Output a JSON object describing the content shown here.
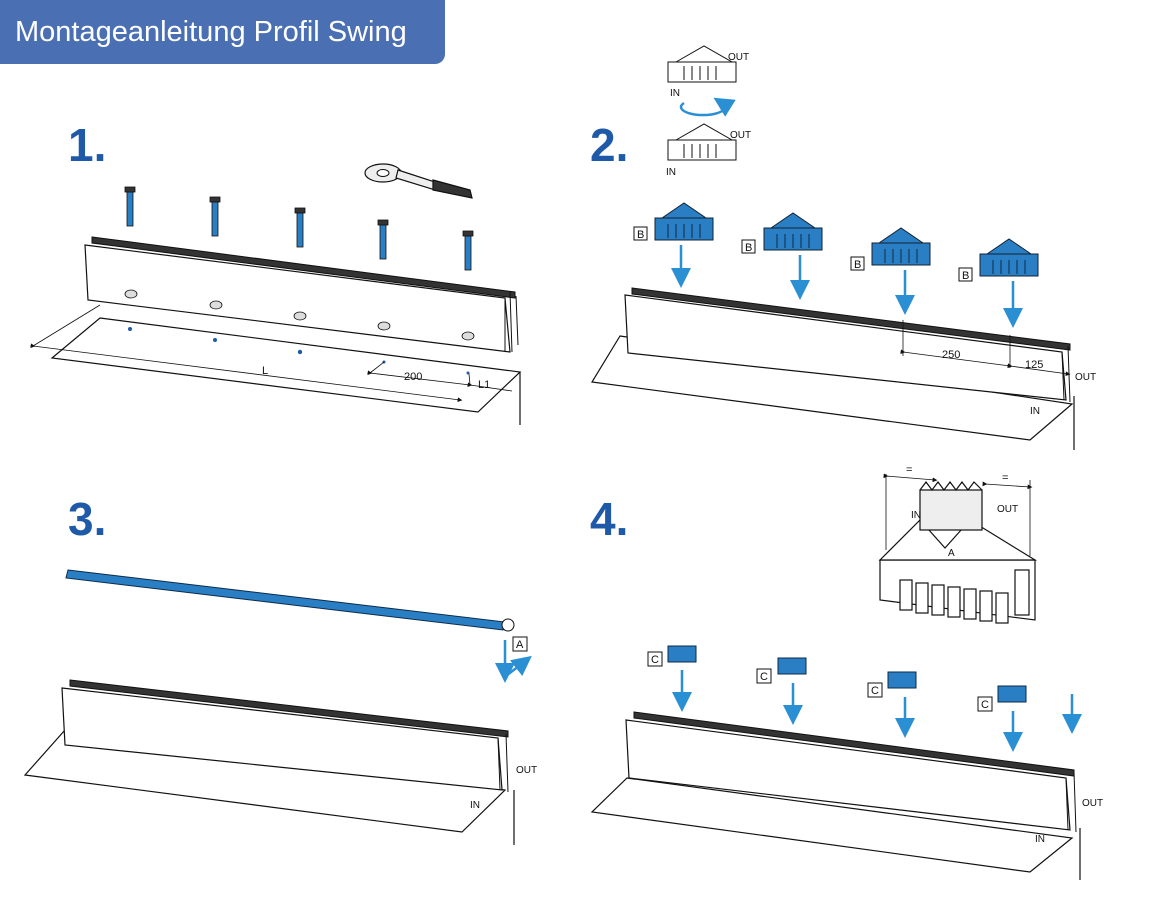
{
  "title": "Montageanleitung Profil Swing",
  "steps": [
    {
      "number": "1."
    },
    {
      "number": "2."
    },
    {
      "number": "3."
    },
    {
      "number": "4."
    }
  ],
  "labels": {
    "in": "IN",
    "out": "OUT",
    "part_a": "A",
    "part_b": "B",
    "part_c": "C",
    "dim_L": "L",
    "dim_L1": "L1",
    "dim_200": "200",
    "dim_250": "250",
    "dim_125": "125",
    "dim_eq": "="
  },
  "colors": {
    "header_bg": "#4a6fb3",
    "step_number": "#1f5aa8",
    "part_blue": "#2a7fc4",
    "arrow_blue": "#2b8fd4",
    "line": "#111111"
  }
}
